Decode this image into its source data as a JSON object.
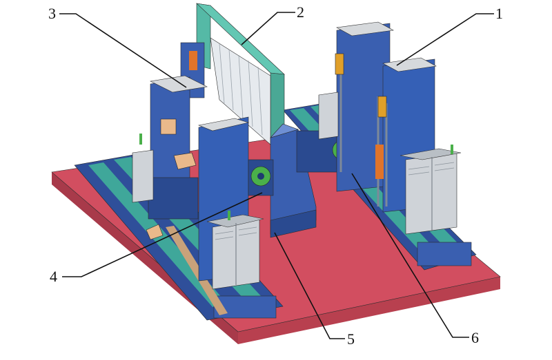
{
  "colors": {
    "background": "#ffffff",
    "platform_top": "#d24e60",
    "platform_side": "#a83a4a",
    "column_blue": "#3a5fb0",
    "column_dark": "#2a4a90",
    "column_light": "#6e8fd4",
    "frame_teal": "#55b9a6",
    "cabinet_grey": "#cfd3d8",
    "rail_teal": "#3fa79a",
    "accent_orange": "#e0742a",
    "accent_green": "#4ab04a",
    "leader_line": "#111111"
  },
  "callouts": [
    {
      "id": "1",
      "text": "1"
    },
    {
      "id": "2",
      "text": "2"
    },
    {
      "id": "3",
      "text": "3"
    },
    {
      "id": "4",
      "text": "4"
    },
    {
      "id": "5",
      "text": "5"
    },
    {
      "id": "6",
      "text": "6"
    }
  ]
}
